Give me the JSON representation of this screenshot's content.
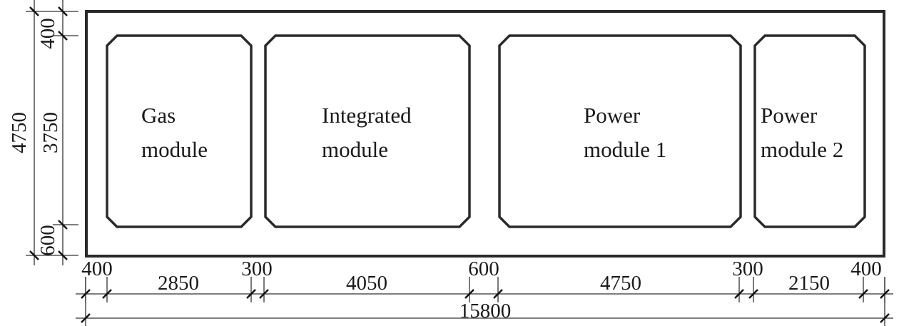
{
  "modules": [
    {
      "line1": "Gas",
      "line2": "module"
    },
    {
      "line1": "Integrated",
      "line2": "module"
    },
    {
      "line1": "Power",
      "line2": "module 1"
    },
    {
      "line1": "Power",
      "line2": "module 2"
    }
  ],
  "dimensions": {
    "horizontal": [
      "400",
      "2850",
      "300",
      "4050",
      "600",
      "4750",
      "300",
      "2150",
      "400"
    ],
    "total_width": "15800",
    "vertical": [
      "400",
      "3750",
      "600"
    ],
    "total_height": "4750"
  }
}
